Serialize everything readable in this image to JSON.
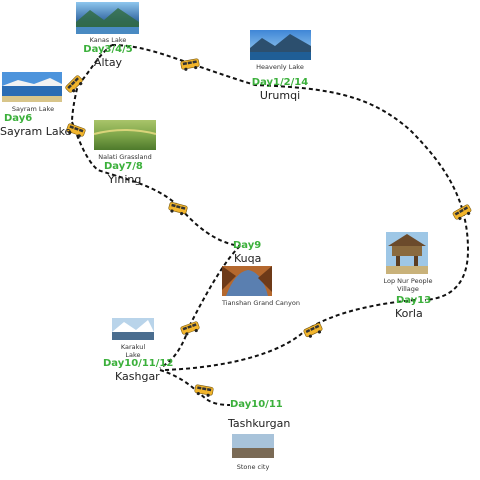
{
  "stops": {
    "kanas": {
      "caption": "Kanas Lake",
      "day": "Day3/4/5",
      "city": "Altay"
    },
    "heavenly": {
      "caption": "Heavenly Lake",
      "day": "Day1/2/14",
      "city": "Urumqi"
    },
    "sayram": {
      "caption": "Sayram Lake",
      "day": "Day6",
      "city": "Sayram Lake"
    },
    "nalati": {
      "caption": "Nalati Grassland",
      "day": "Day7/8",
      "city": "Yining"
    },
    "kuqa": {
      "caption": "Tianshan Grand Canyon",
      "day": "Day9",
      "city": "Kuqa"
    },
    "loprnur": {
      "caption": "Lop Nur People Village",
      "day": "Day13",
      "city": "Korla"
    },
    "karakul": {
      "caption": "Karakul Lake",
      "day": "Day10/11/12",
      "city": "Kashgar"
    },
    "stone": {
      "caption": "Stone city",
      "day": "Day10/11",
      "city": "Tashkurgan"
    }
  },
  "colors": {
    "route": "#111111",
    "day": "#3bb03b",
    "bus_body": "#f2b52c",
    "bus_window": "#333333"
  },
  "icons": {
    "vehicle": "bus-icon"
  }
}
